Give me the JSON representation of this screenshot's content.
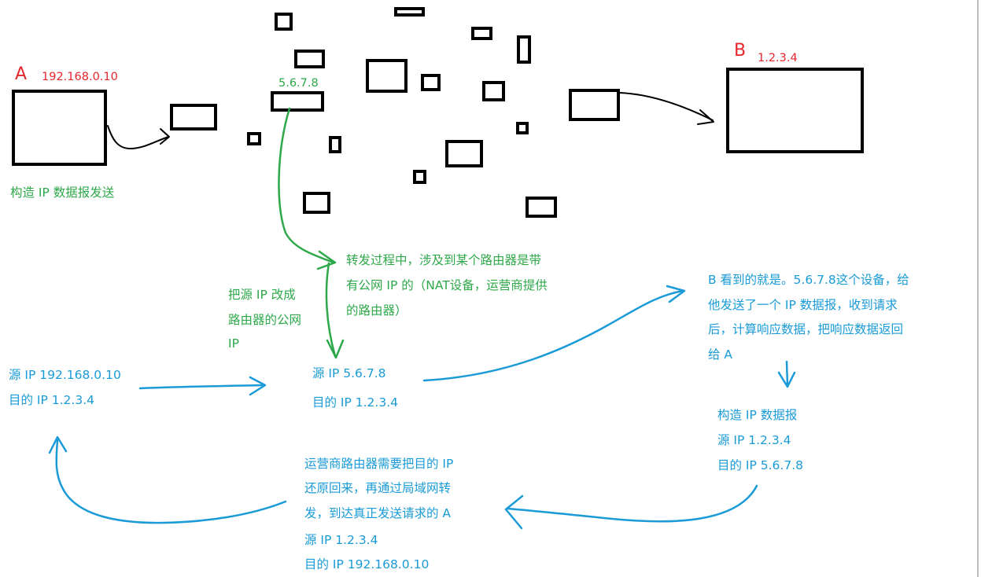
{
  "colors": {
    "red": "#e5262d",
    "green": "#2ea84a",
    "blue": "#1a9bd7",
    "ink": "#000000"
  },
  "hosts": {
    "a": {
      "letter": "A",
      "ip": "192.168.0.10"
    },
    "b": {
      "letter": "B",
      "ip": "1.2.3.4"
    },
    "nat_router": {
      "ip": "5.6.7.8"
    }
  },
  "notes": {
    "a_build": "构造 IP 数据报发送",
    "forward": [
      "转发过程中，涉及到某个路由器是带",
      "有公网 IP 的（NAT设备，运营商提供",
      "的路由器）"
    ],
    "rewrite_src": [
      "把源 IP 改成",
      "路由器的公网",
      "IP"
    ],
    "b_sees": [
      "B 看到的就是。5.6.7.8这个设备，给",
      "他发送了一个 IP 数据报，收到请求",
      "后，计算响应数据，把响应数据返回",
      "给 A"
    ],
    "restore": [
      "运营商路由器需要把目的 IP",
      "还原回来，再通过局域网转",
      "发，到达真正发送请求的 A"
    ]
  },
  "packets": {
    "original": [
      "源 IP 192.168.0.10",
      "目的 IP 1.2.3.4"
    ],
    "after_nat": [
      "源 IP 5.6.7.8",
      "目的 IP 1.2.3.4"
    ],
    "response": [
      "构造 IP 数据报",
      "源 IP 1.2.3.4",
      "目的 IP 5.6.7.8"
    ],
    "delivered": [
      "源 IP 1.2.3.4",
      "目的 IP 192.168.0.10"
    ]
  }
}
